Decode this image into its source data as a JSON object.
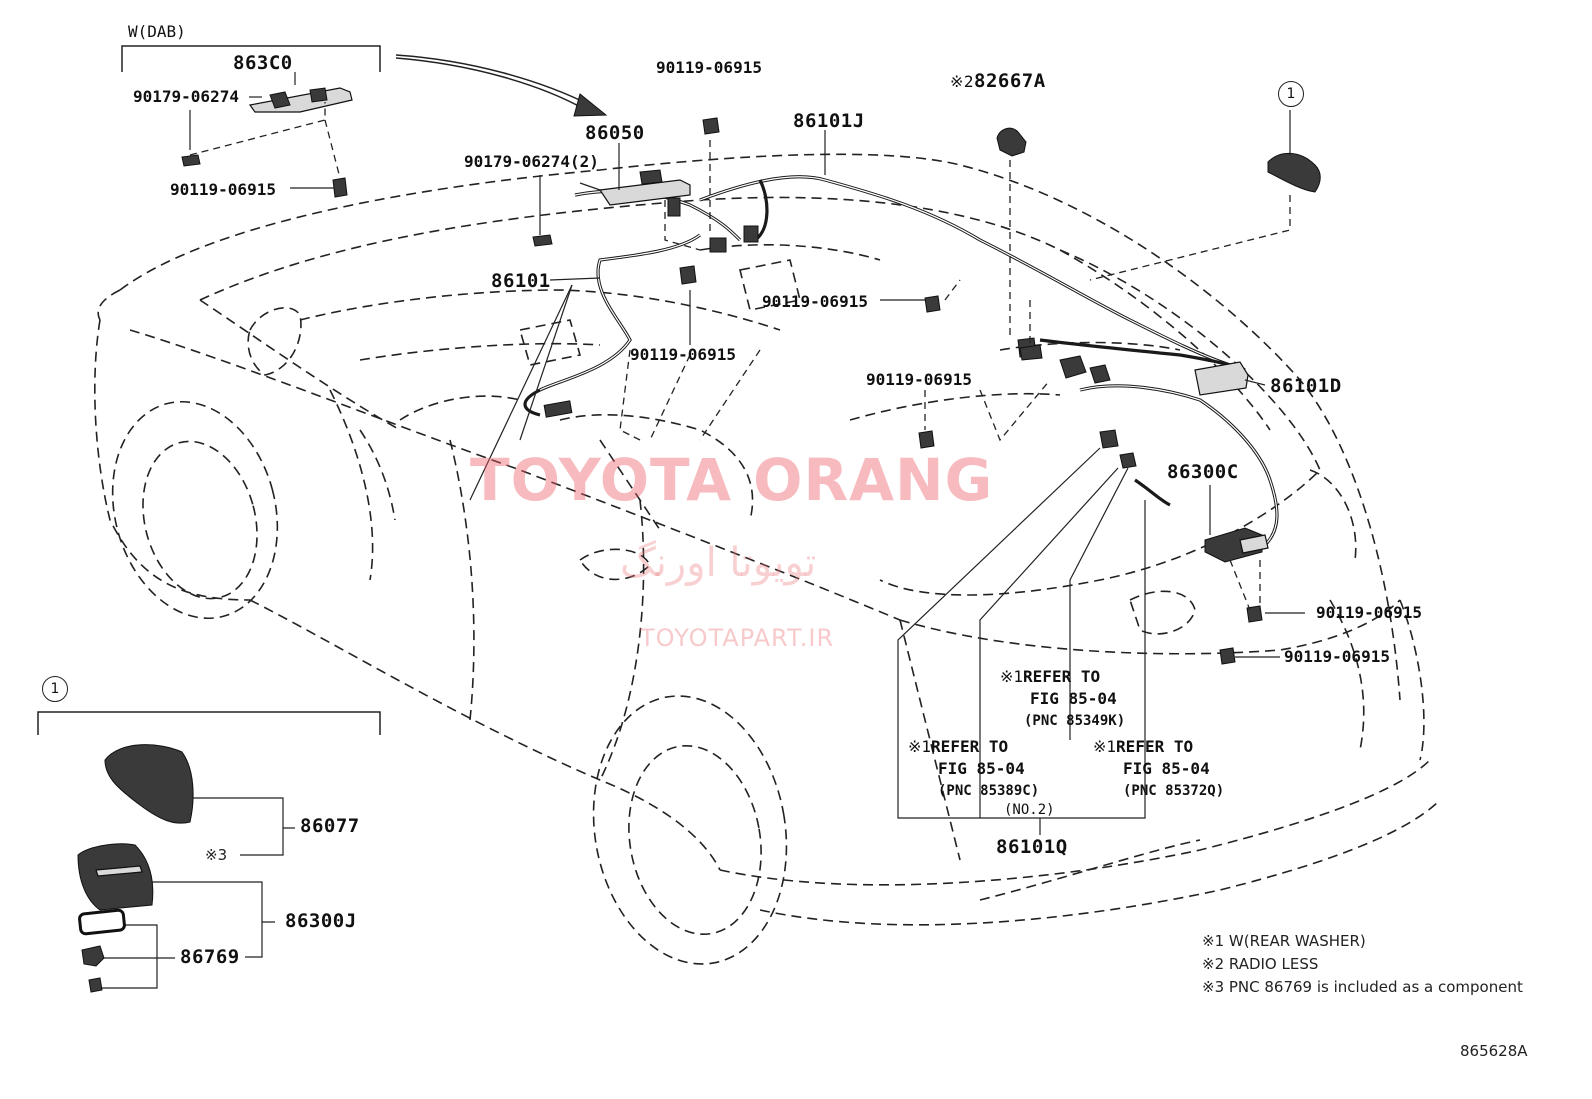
{
  "labels": {
    "w_dab": "W(DAB)",
    "p863c0": "863C0",
    "p90179_06274_a": "90179-06274",
    "p90119_06915_a": "90119-06915",
    "p90119_06915_top": "90119-06915",
    "p86050": "86050",
    "p90179_06274_2": "90179-06274(2)",
    "p86101j": "86101J",
    "p82667a_mark": "※2",
    "p82667a": "82667A",
    "circle1_top": "1",
    "p86101": "86101",
    "p90119_06915_mid": "90119-06915",
    "p90119_06915_dash": "90119-06915",
    "p90119_06915_left": "90119-06915",
    "p86101d": "86101D",
    "p86300c": "86300C",
    "p90119_06915_r1": "90119-06915",
    "p90119_06915_r2": "90119-06915",
    "circle1_inset": "1",
    "p86077": "86077",
    "mark3": "※3",
    "p86300j": "86300J",
    "p86769": "86769",
    "p86101q": "86101Q",
    "diagram_id": "865628A"
  },
  "refs": [
    {
      "mark": "※1",
      "line1": "REFER TO",
      "line2": "FIG 85-04",
      "line3": "(PNC 85349K)",
      "line4": ""
    },
    {
      "mark": "※1",
      "line1": "REFER TO",
      "line2": "FIG 85-04",
      "line3": "(PNC 85389C)",
      "line4": "(NO.2)"
    },
    {
      "mark": "※1",
      "line1": "REFER TO",
      "line2": "FIG 85-04",
      "line3": "(PNC 85372Q)",
      "line4": ""
    }
  ],
  "notes": [
    "※1 W(REAR WASHER)",
    "※2 RADIO LESS",
    "※3 PNC 86769 is included as a component"
  ],
  "watermark": {
    "line1": "TOYOTA ORANG",
    "line2": "تویوتا اورنگ",
    "line3": "TOYOTAPART.IR"
  },
  "colors": {
    "watermark": "#eb5a64",
    "line": "#222222"
  }
}
